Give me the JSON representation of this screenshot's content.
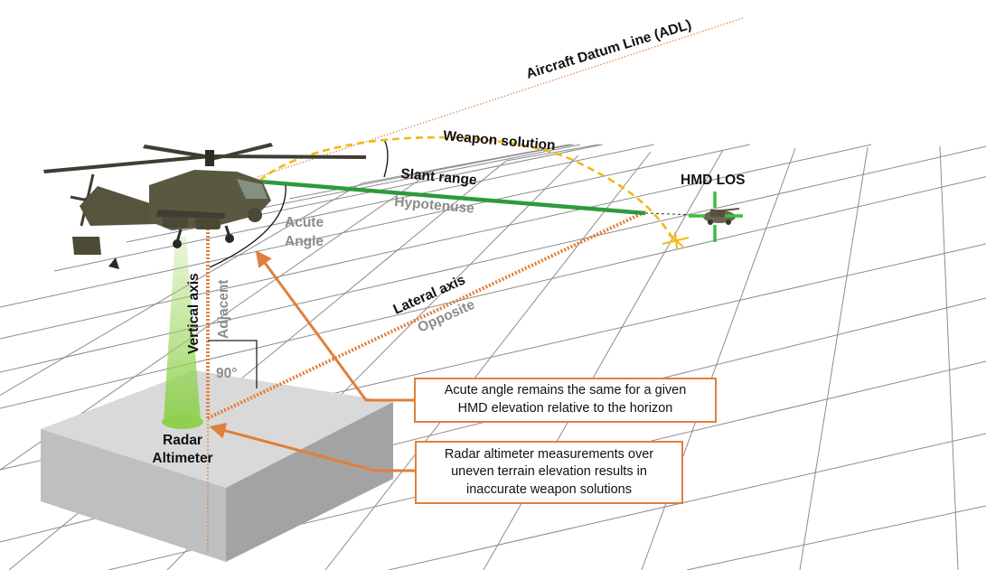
{
  "labels": {
    "adl": "Aircraft Datum Line (ADL)",
    "weapon_solution": "Weapon solution",
    "slant_range": "Slant range",
    "hypotenuse": "Hypotenuse",
    "hmd_los": "HMD LOS",
    "acute_angle_line1": "Acute",
    "acute_angle_line2": "Angle",
    "vertical_axis": "Vertical axis",
    "adjacent": "Adjacent",
    "lateral_axis": "Lateral axis",
    "opposite": "Opposite",
    "right_angle": "90°",
    "radar_line1": "Radar",
    "radar_line2": "Altimeter"
  },
  "callouts": {
    "acute": {
      "line1": "Acute angle remains the same for a given",
      "line2": "HMD elevation relative to the horizon"
    },
    "radar": {
      "line1": "Radar altimeter measurements over",
      "line2": "uneven terrain elevation results in",
      "line3": "inaccurate weapon solutions"
    }
  },
  "colors": {
    "orange": "#e07f3b",
    "slant_green": "#2e9a3c",
    "weapon_yellow": "#f2b90f",
    "radar_beam": "#a6d96a",
    "grid": "#8c8c8c",
    "block_top": "#d9d9d9",
    "block_front": "#bfbfbf",
    "block_side": "#a3a3a3",
    "crosshair": "#3cbf3c",
    "helicopter": "#5a5840"
  }
}
